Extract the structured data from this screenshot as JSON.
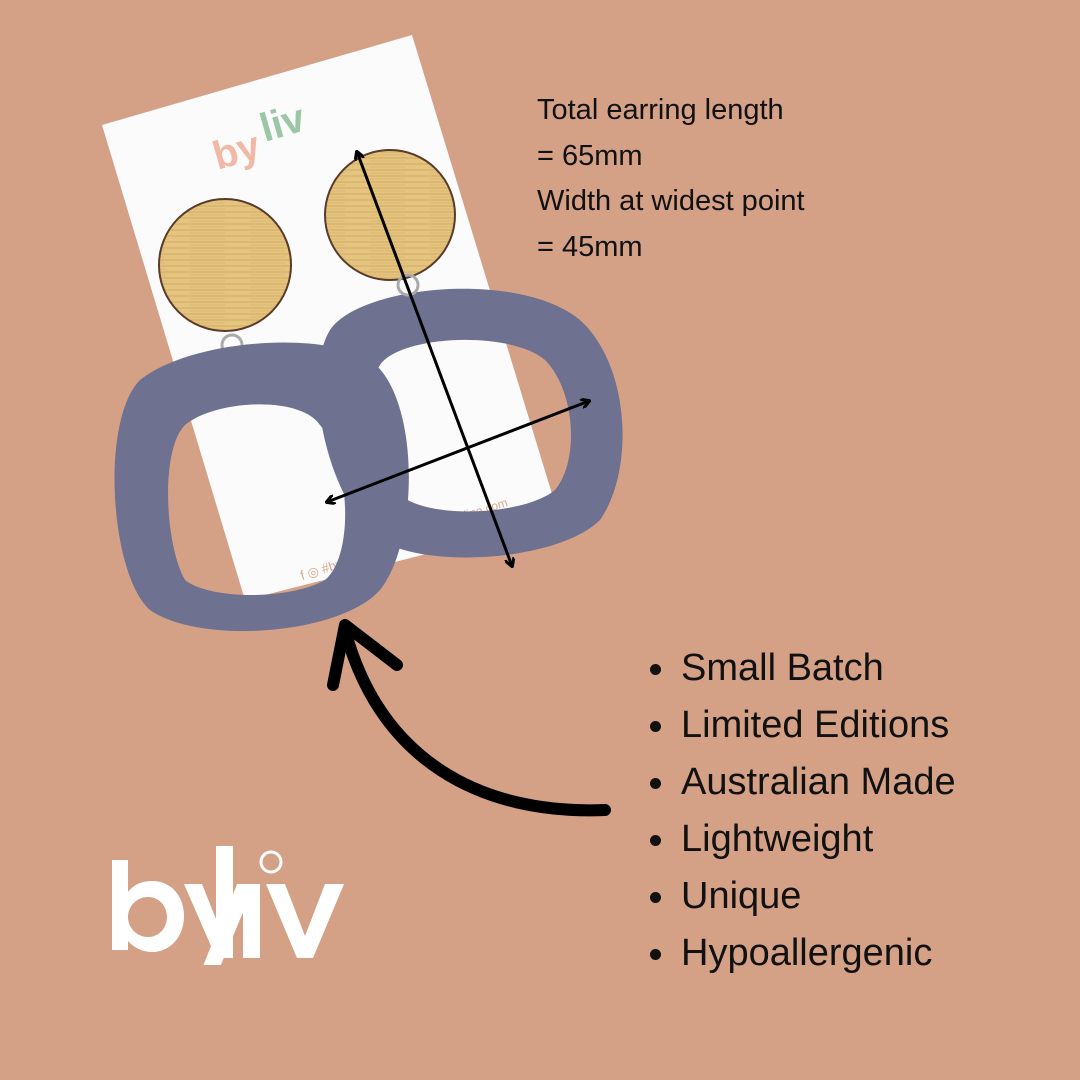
{
  "specs": {
    "lines": [
      "Total earring length",
      "= 65mm",
      "Width at widest point",
      "= 45mm"
    ]
  },
  "features": [
    "Small Batch",
    "Limited Editions",
    "Australian Made",
    "Lightweight",
    "Unique",
    "Hypoallergenic"
  ],
  "card": {
    "brand": "by liv",
    "website": "bylivonline.com",
    "hashtag": "#byliv"
  },
  "logo": {
    "text": "by liv"
  },
  "colors": {
    "background": "#D4A187",
    "hoop": "#6E7190",
    "wood": "#E2C27E",
    "card": "#FFFFFF",
    "text": "#111111"
  }
}
